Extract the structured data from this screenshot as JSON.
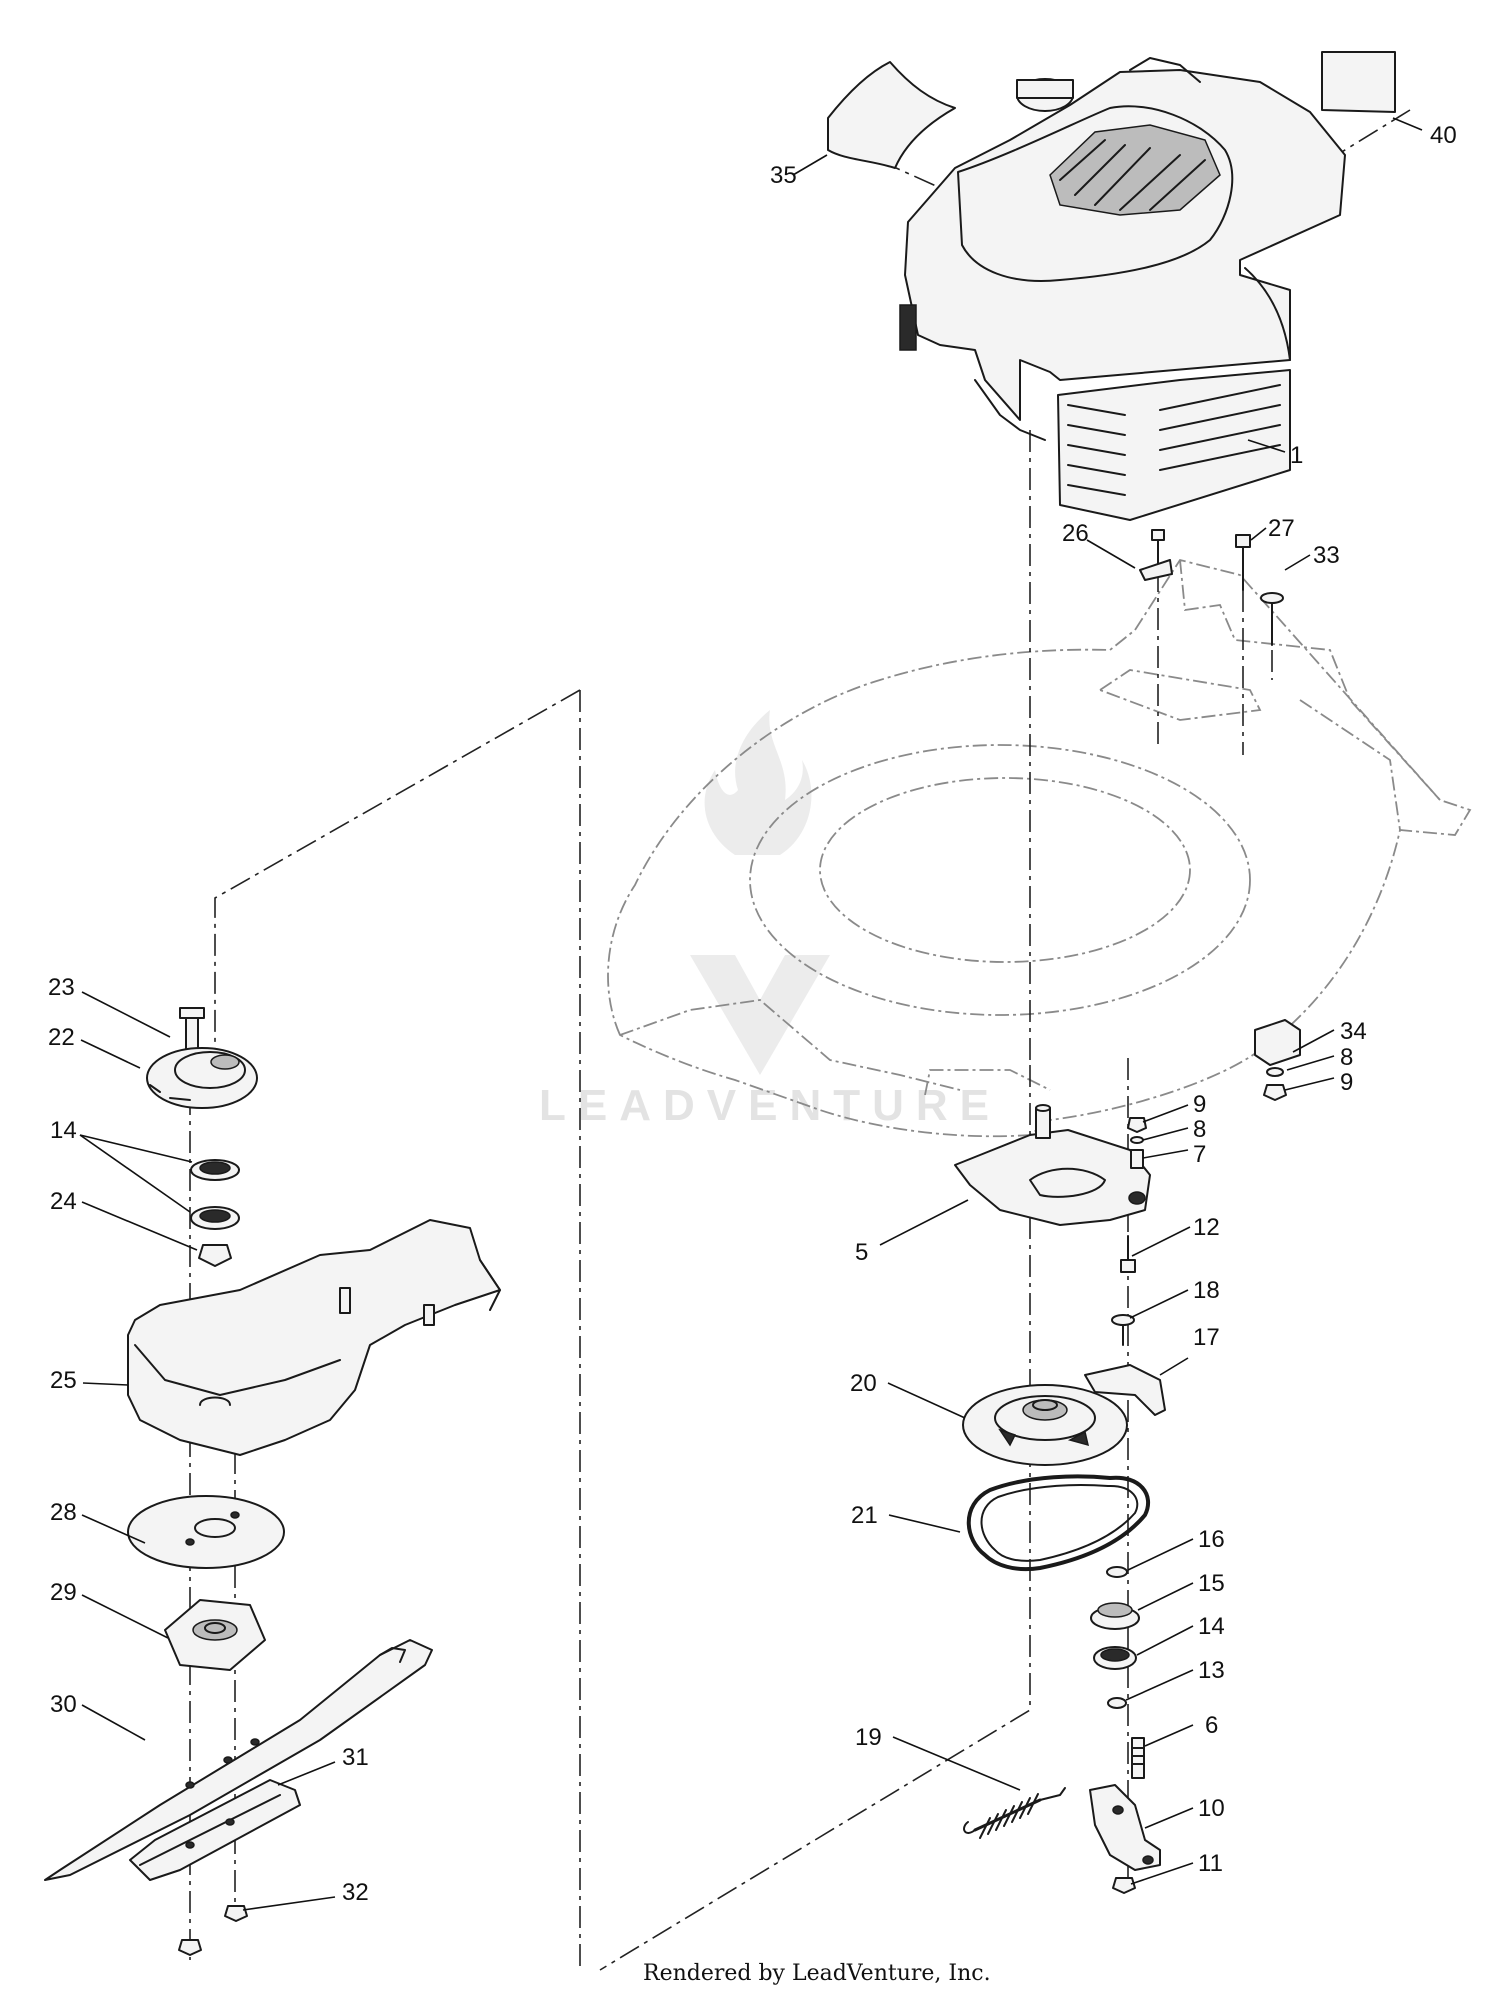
{
  "diagram": {
    "callouts": [
      {
        "id": "1",
        "label": "1"
      },
      {
        "id": "5",
        "label": "5"
      },
      {
        "id": "6",
        "label": "6"
      },
      {
        "id": "7",
        "label": "7"
      },
      {
        "id": "8a",
        "label": "8"
      },
      {
        "id": "8b",
        "label": "8"
      },
      {
        "id": "9a",
        "label": "9"
      },
      {
        "id": "9b",
        "label": "9"
      },
      {
        "id": "10",
        "label": "10"
      },
      {
        "id": "11",
        "label": "11"
      },
      {
        "id": "12",
        "label": "12"
      },
      {
        "id": "13",
        "label": "13"
      },
      {
        "id": "14a",
        "label": "14"
      },
      {
        "id": "14b",
        "label": "14"
      },
      {
        "id": "15",
        "label": "15"
      },
      {
        "id": "16",
        "label": "16"
      },
      {
        "id": "17",
        "label": "17"
      },
      {
        "id": "18",
        "label": "18"
      },
      {
        "id": "19",
        "label": "19"
      },
      {
        "id": "20",
        "label": "20"
      },
      {
        "id": "21",
        "label": "21"
      },
      {
        "id": "22",
        "label": "22"
      },
      {
        "id": "23",
        "label": "23"
      },
      {
        "id": "24",
        "label": "24"
      },
      {
        "id": "25",
        "label": "25"
      },
      {
        "id": "26",
        "label": "26"
      },
      {
        "id": "27",
        "label": "27"
      },
      {
        "id": "28",
        "label": "28"
      },
      {
        "id": "29",
        "label": "29"
      },
      {
        "id": "30",
        "label": "30"
      },
      {
        "id": "31",
        "label": "31"
      },
      {
        "id": "32",
        "label": "32"
      },
      {
        "id": "33",
        "label": "33"
      },
      {
        "id": "34",
        "label": "34"
      },
      {
        "id": "35",
        "label": "35"
      },
      {
        "id": "40",
        "label": "40"
      }
    ],
    "footer": "Rendered by LeadVenture, Inc.",
    "watermark": "LEADVENTURE"
  }
}
